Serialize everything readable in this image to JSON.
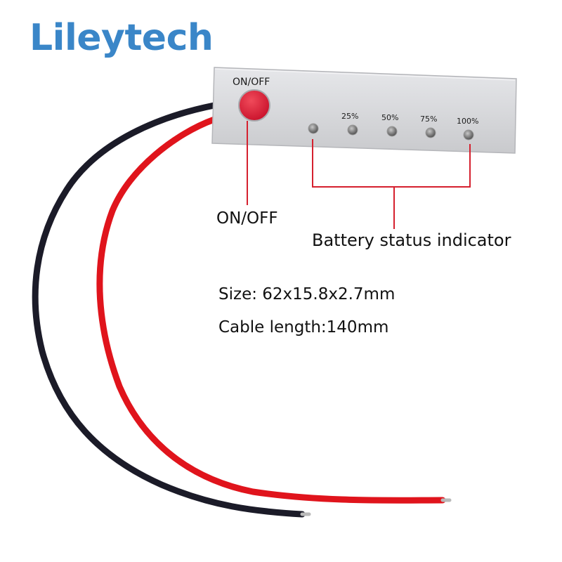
{
  "brand": {
    "name": "Lileytech",
    "color": "#3a86c8"
  },
  "board": {
    "button_label": "ON/OFF",
    "indicators": [
      {
        "label": ""
      },
      {
        "label": "25%"
      },
      {
        "label": "50%"
      },
      {
        "label": "75%"
      },
      {
        "label": "100%"
      }
    ],
    "button_color": "#e1203a",
    "panel_color": "#d9dadc"
  },
  "callouts": {
    "onoff": "ON/OFF",
    "battery_status": "Battery status indicator",
    "line_color": "#d5202e"
  },
  "specs": {
    "size": "Size: 62x15.8x2.7mm",
    "cable_length": "Cable length:140mm"
  },
  "wires": {
    "black": "#1b1b28",
    "red": "#e0141c"
  }
}
